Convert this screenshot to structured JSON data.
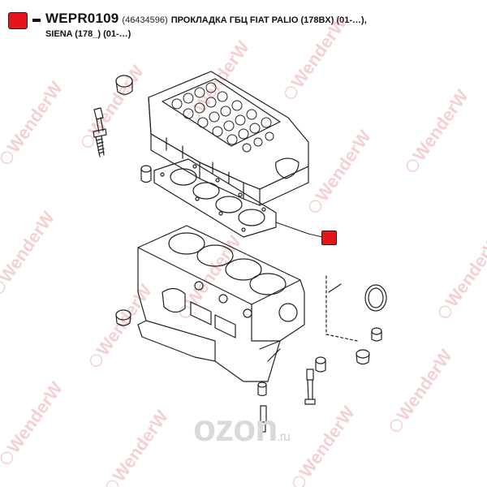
{
  "header": {
    "part_code": "WEPR0109",
    "oem_number": "(46434596)",
    "description_line1": "ПРОКЛАДКА ГБЦ FIAT PALIO (178BX) (01-…),",
    "description_line2": "SIENA (178_) (01-…)"
  },
  "watermark": {
    "text": "WenderW",
    "color": "#e07c80"
  },
  "logo": {
    "main": "ozon",
    "suffix": ".ru"
  },
  "colors": {
    "marker": "#e8141b",
    "line": "#222222"
  }
}
